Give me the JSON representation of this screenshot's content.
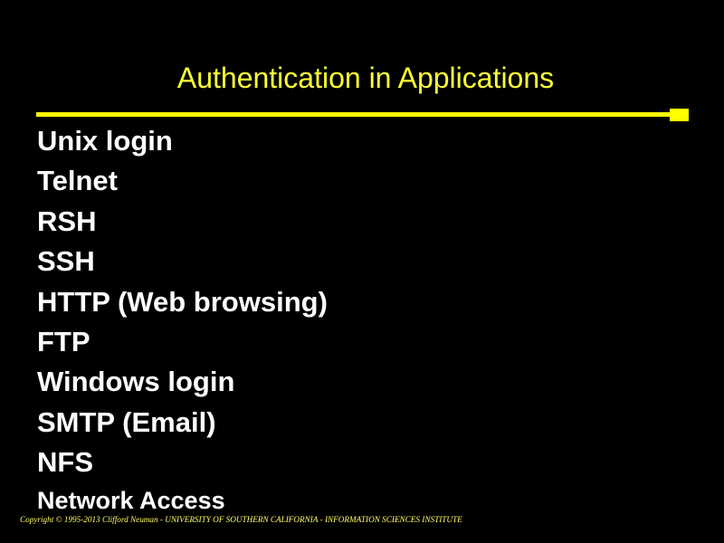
{
  "slide": {
    "title": "Authentication in Applications",
    "bullets": [
      "Unix login",
      "Telnet",
      "RSH",
      "SSH",
      "HTTP (Web browsing)",
      "FTP",
      "Windows login",
      "SMTP (Email)",
      "NFS",
      "Network Access"
    ],
    "footer": "Copyright © 1995-2013 Clifford Neuman - UNIVERSITY OF SOUTHERN CALIFORNIA - INFORMATION SCIENCES INSTITUTE"
  },
  "colors": {
    "background": "#000000",
    "title": "#ffff33",
    "rule": "#ffff00",
    "bullet_text": "#ffffff",
    "footer": "#ffff66"
  }
}
